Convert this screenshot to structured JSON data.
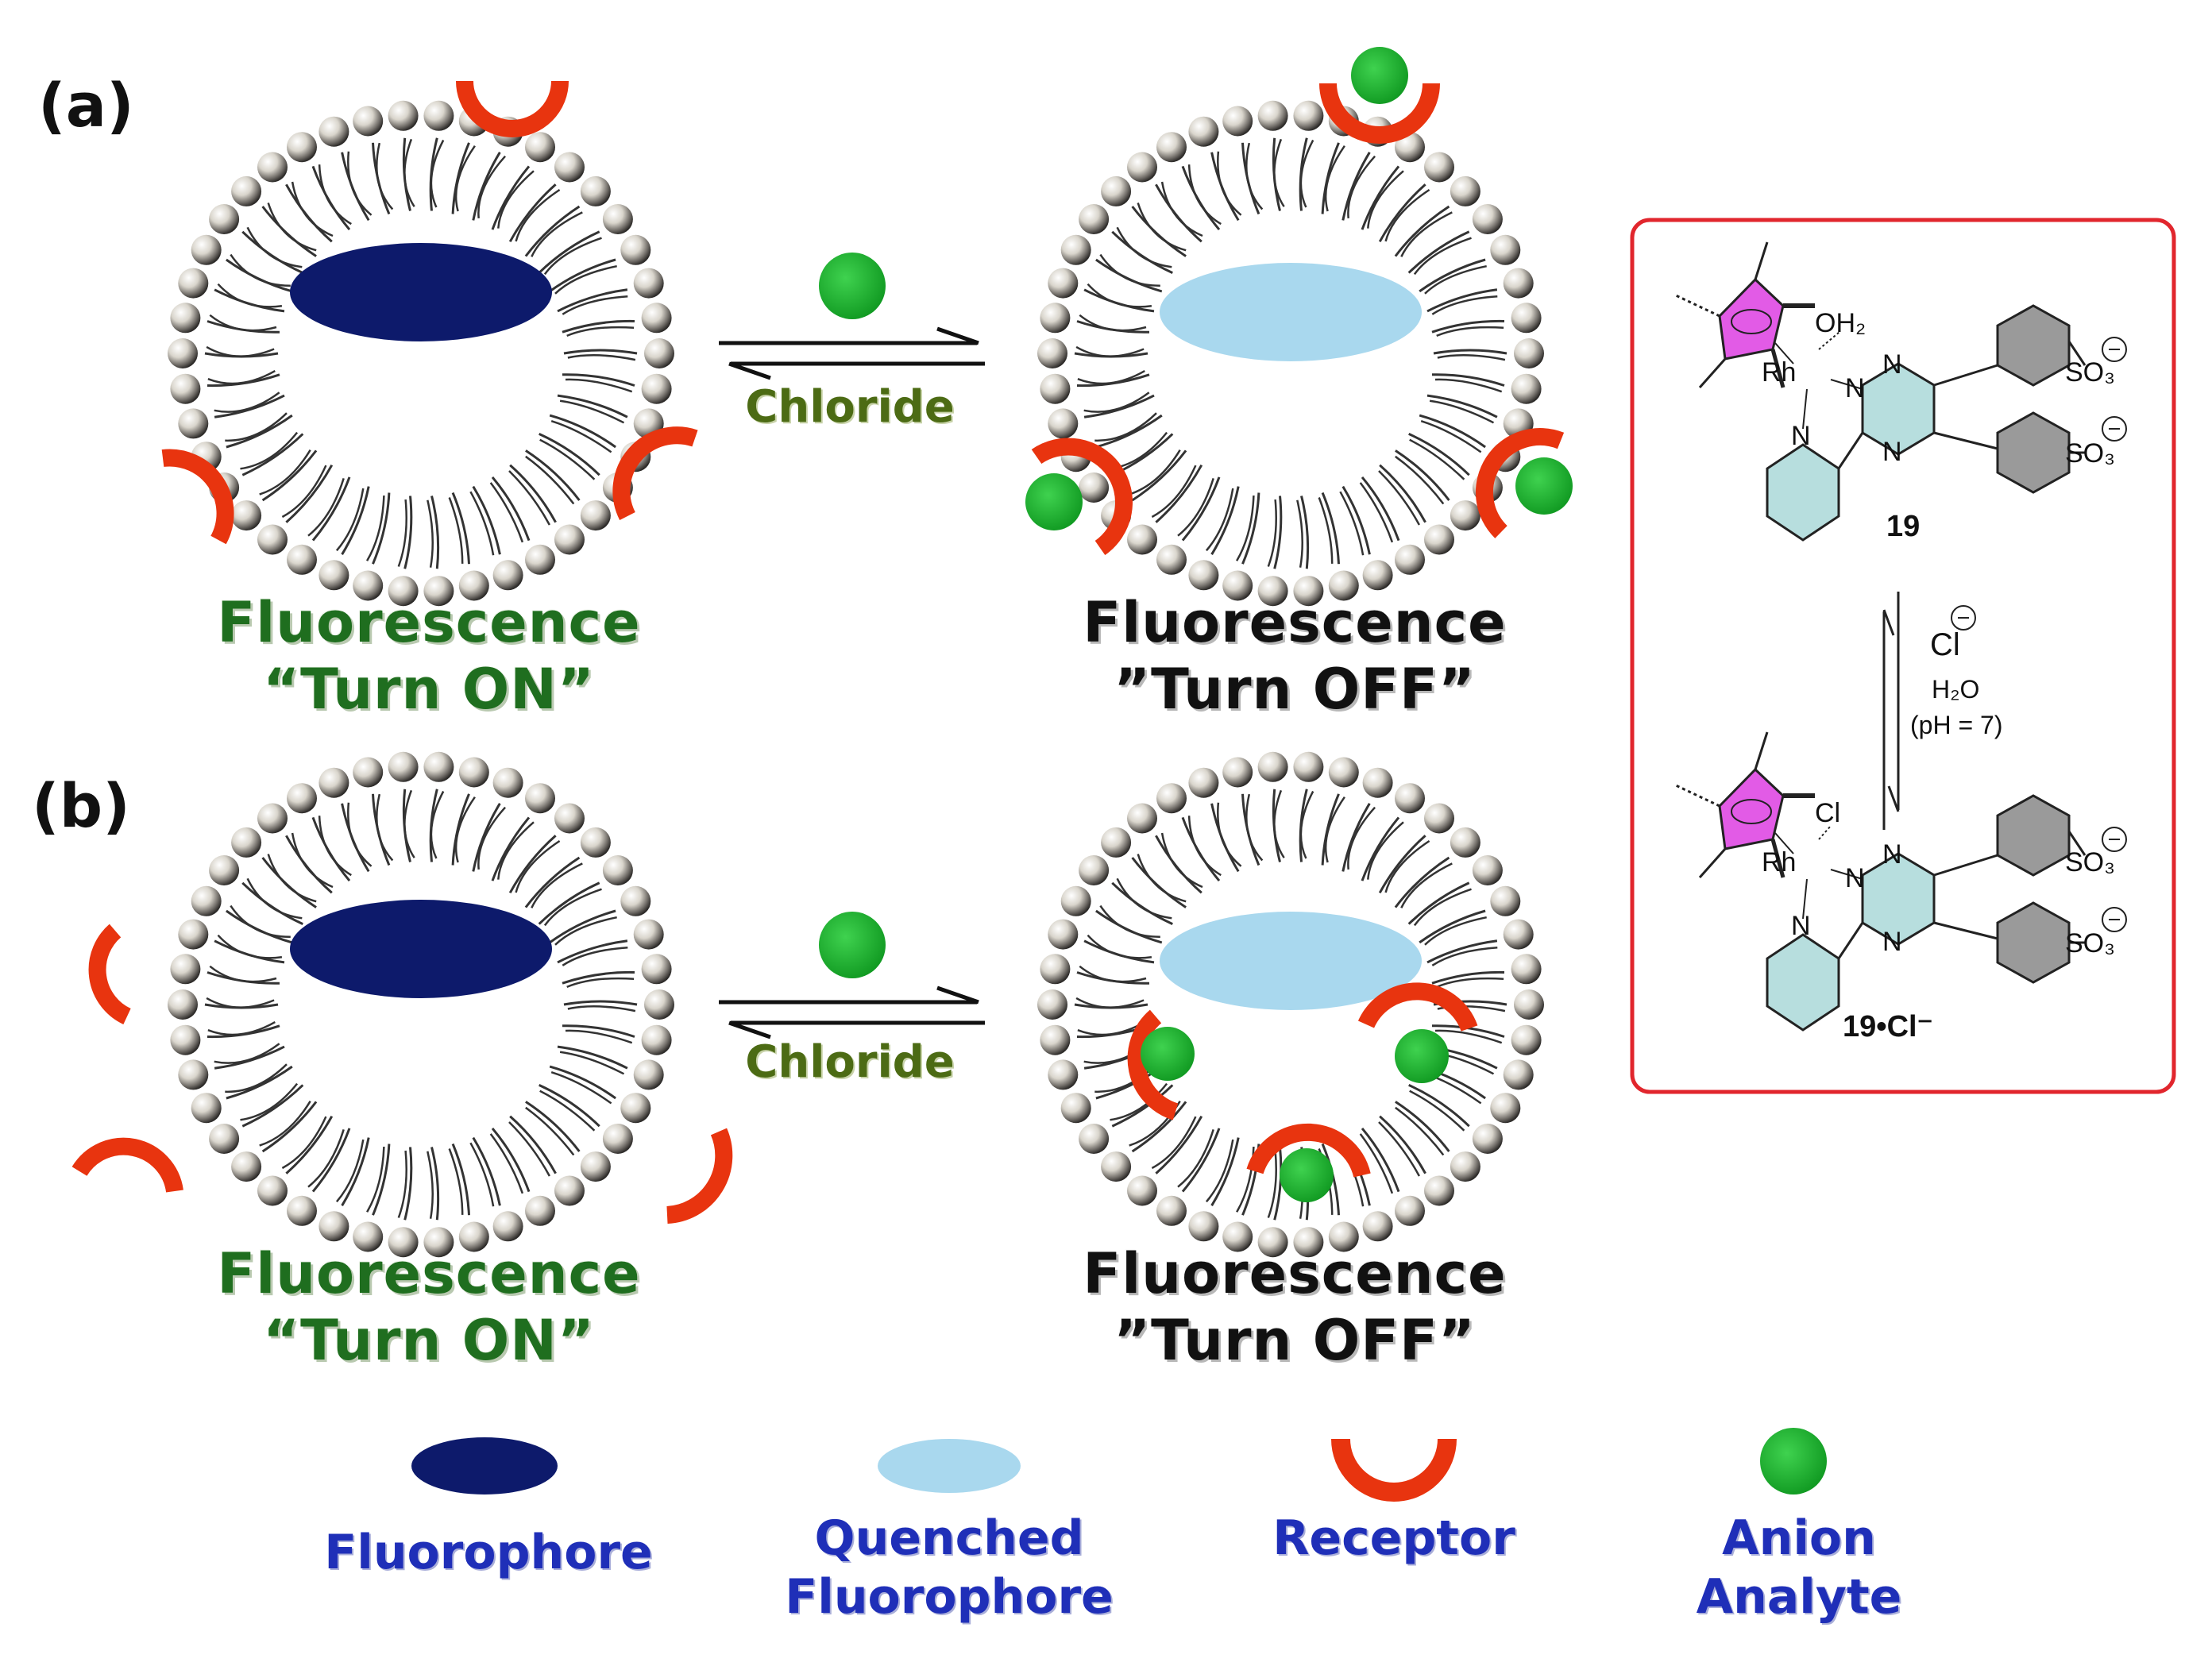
{
  "panels": {
    "a_label": "(a)",
    "b_label": "(b)"
  },
  "reaction": {
    "chloride_label": "Chloride"
  },
  "states": {
    "on_line1": "Fluorescence",
    "on_line2": "“Turn ON”",
    "off_line1": "Fluorescence",
    "off_line2": "”Turn OFF”"
  },
  "legend": {
    "fluorophore": "Fluorophore",
    "quenched_line1": "Quenched",
    "quenched_line2": "Fluorophore",
    "receptor": "Receptor",
    "anion_line1": "Anion",
    "anion_line2": "Analyte"
  },
  "chemistry": {
    "compound_top": "19",
    "compound_bottom": "19•Cl⁻",
    "metal": "Rh",
    "ligand_top": "OH₂",
    "ligand_bottom": "Cl",
    "sulfonate": "SO₃",
    "nitrogen": "N",
    "reagent_anion": "Cl",
    "reagent_solvent": "H₂O",
    "reagent_condition": "(pH = 7)",
    "charge_minus": "−"
  },
  "colors": {
    "fluorophore": "#0d1a6b",
    "quenched": "#a9d8ee",
    "receptor": "#e8340f",
    "anion": "#1dab2e",
    "box_border": "#e1262d",
    "cp_ring": "#e25be6",
    "heteroring": "#b7dede"
  }
}
